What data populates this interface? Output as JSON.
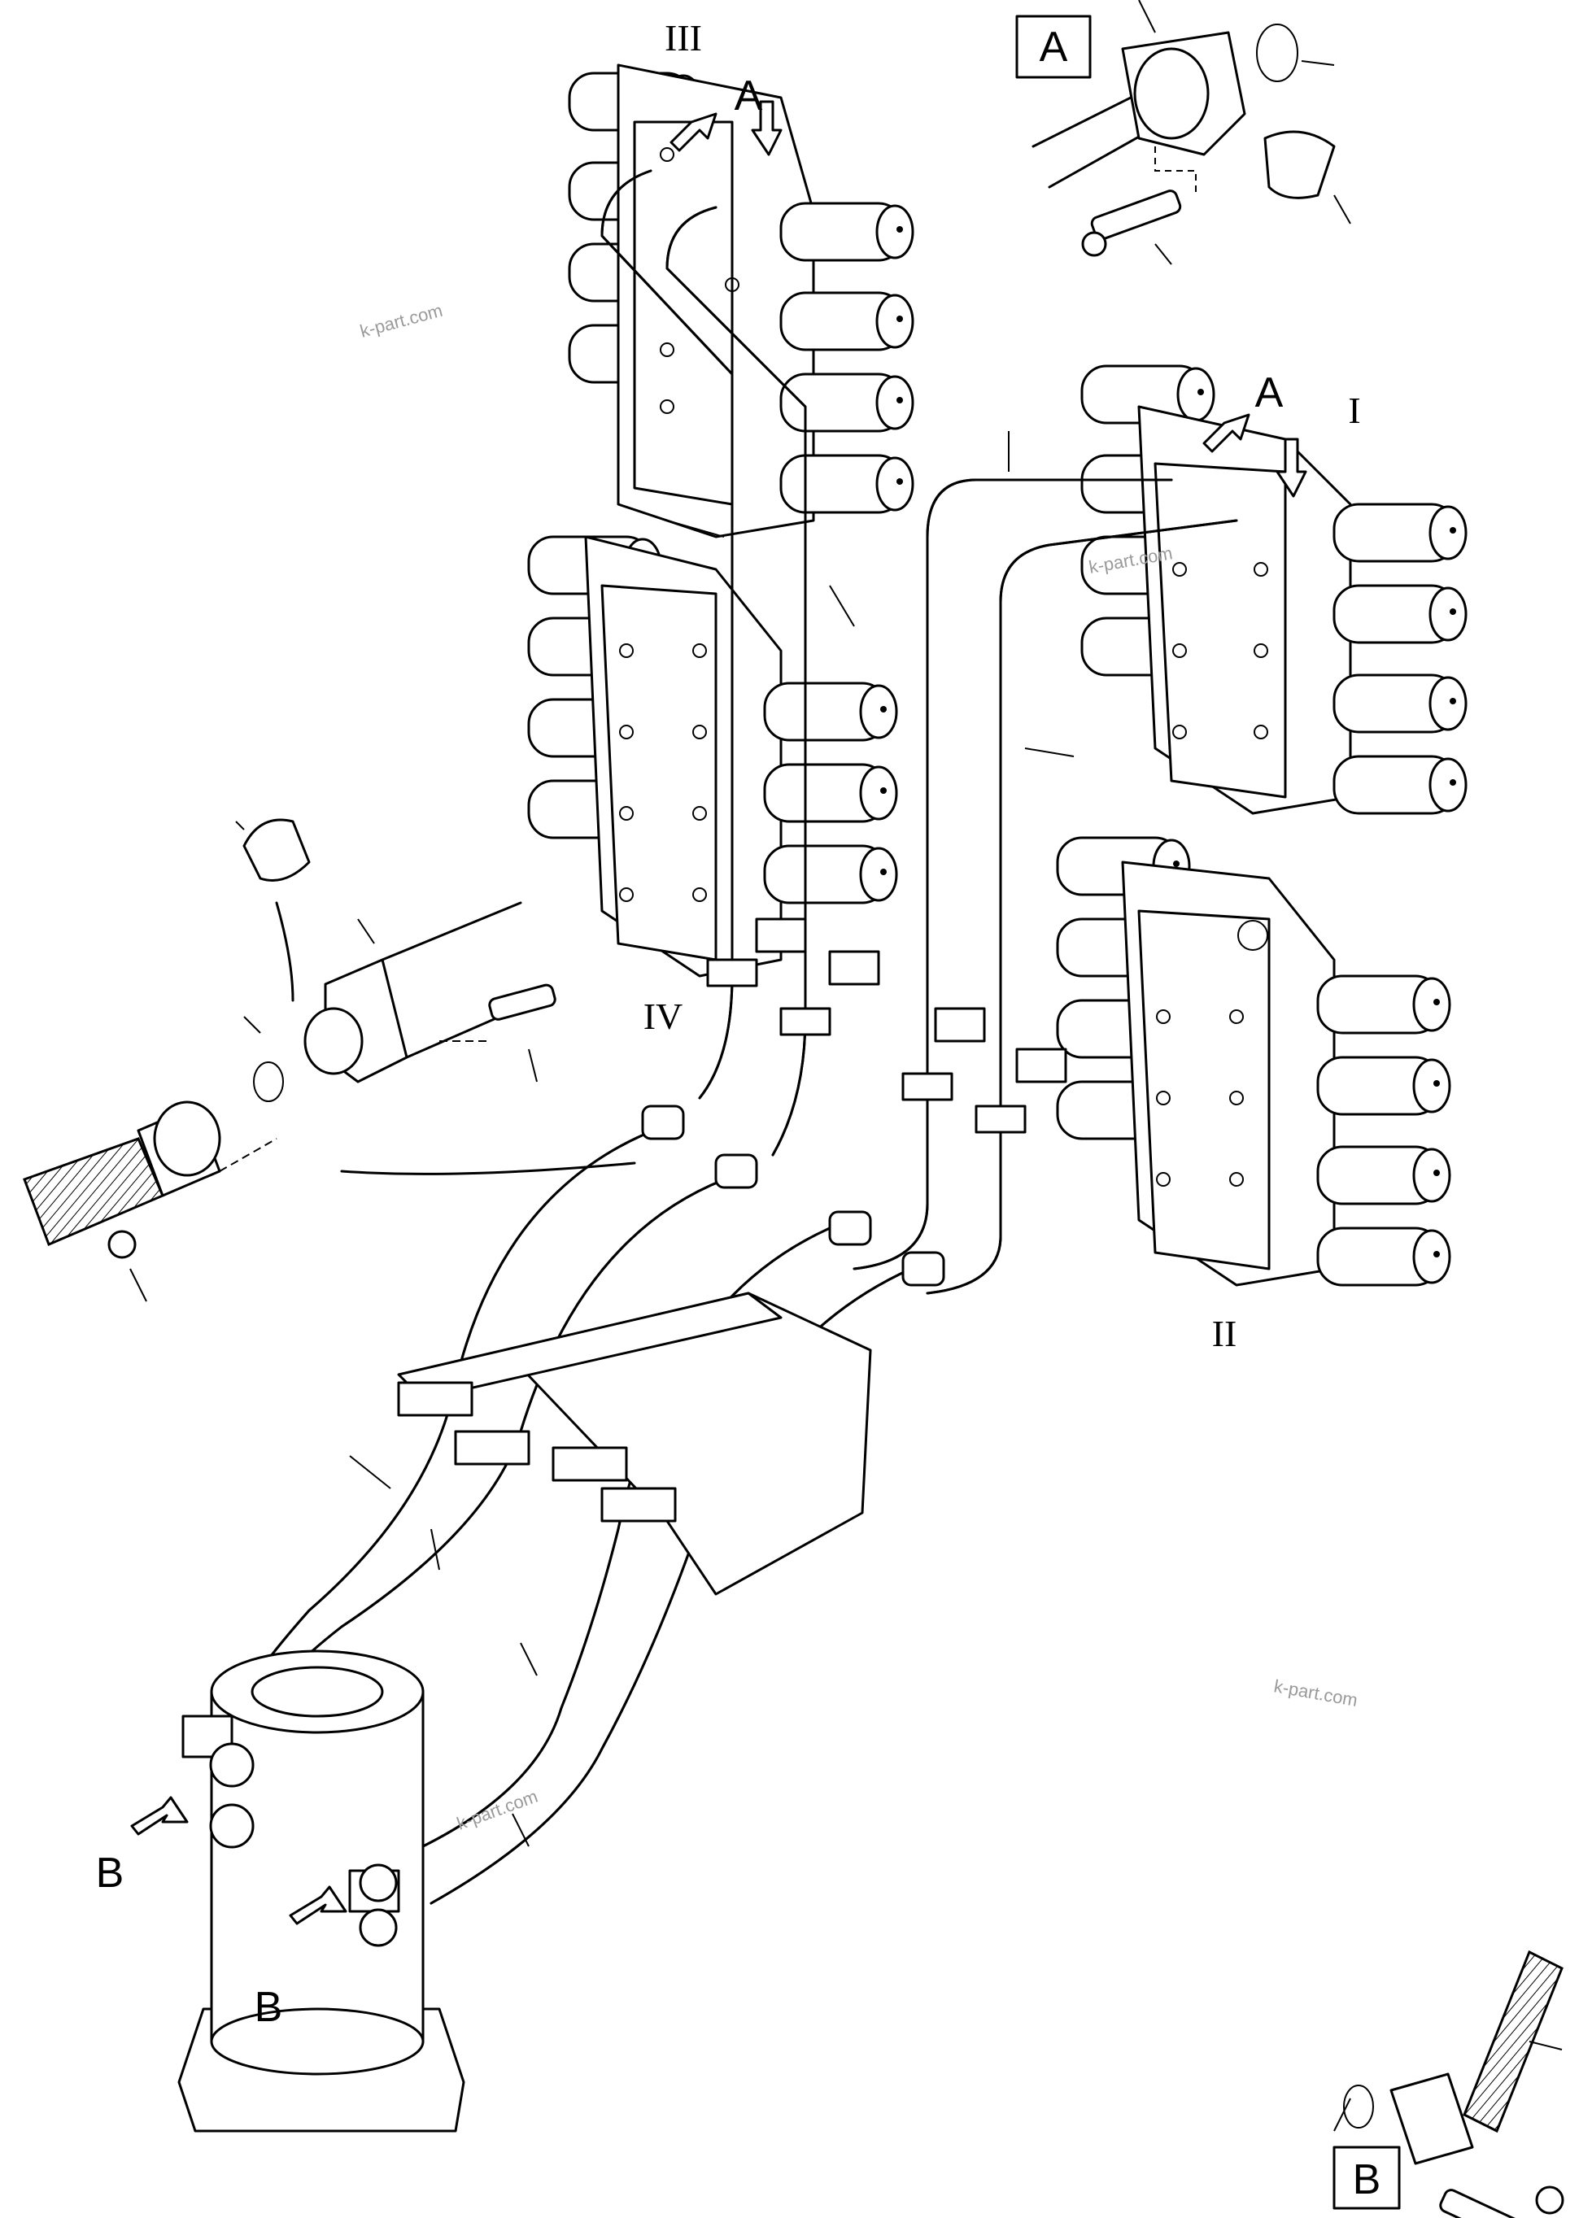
{
  "view_labels": {
    "detail_a": "A",
    "detail_b": "B"
  },
  "arrow_labels": {
    "a_upper": "A",
    "a_right": "A",
    "b_left": "B",
    "b_lower": "B"
  },
  "valve_block_labels": {
    "block_1": "I",
    "block_2": "II",
    "block_3": "III",
    "block_4": "IV"
  },
  "watermarks": {
    "wm_1": "k-part.com",
    "wm_2": "k-part.com",
    "wm_3": "k-part.com",
    "wm_4": "k-part.com"
  }
}
